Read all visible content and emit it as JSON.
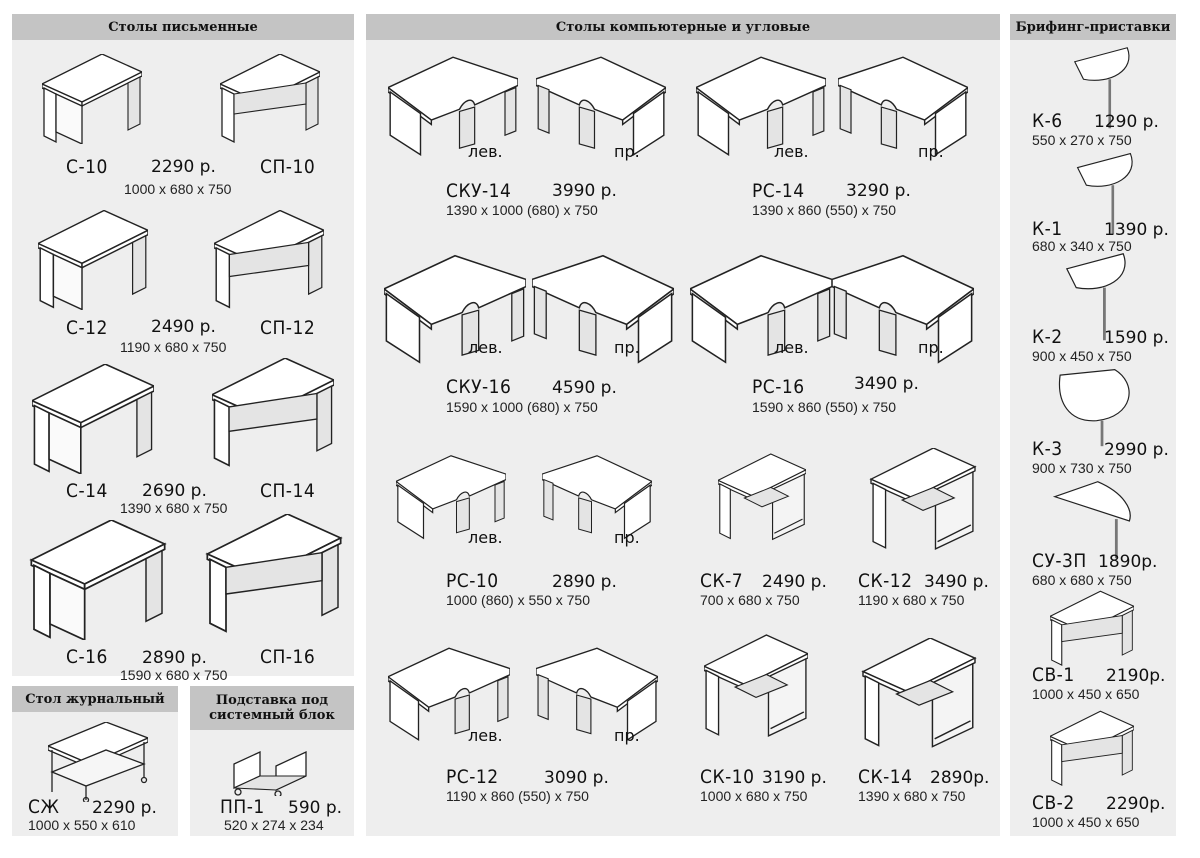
{
  "sections": {
    "writing": "Столы письменные",
    "computer": "Столы компьютерные и угловые",
    "briefing": "Брифинг-приставки",
    "coffee": "Стол журнальный",
    "stand": "Подставка под системный блок"
  },
  "writing": [
    {
      "code": "С-10",
      "price": "2290 р.",
      "dims": "1000 x 680 x 750",
      "code2": "СП-10"
    },
    {
      "code": "С-12",
      "price": "2490 р.",
      "dims": "1190 x 680 x 750",
      "code2": "СП-12"
    },
    {
      "code": "С-14",
      "price": "2690 р.",
      "dims": "1390 x 680 x 750",
      "code2": "СП-14"
    },
    {
      "code": "С-16",
      "price": "2890 р.",
      "dims": "1590 x 680 x 750",
      "code2": "СП-16"
    }
  ],
  "computer": [
    {
      "code": "СКУ-14",
      "price": "3990 р.",
      "dims": "1390 x 1000 (680) x 750"
    },
    {
      "code": "РС-14",
      "price": "3290 р.",
      "dims": "1390 x 860 (550) x 750"
    },
    {
      "code": "СКУ-16",
      "price": "4590 р.",
      "dims": "1590 x 1000 (680) x 750"
    },
    {
      "code": "РС-16",
      "price": "3490 р.",
      "dims": "1590 x 860 (550) x 750"
    },
    {
      "code": "РС-10",
      "price": "2890 р.",
      "dims": "1000 (860) x 550 x 750"
    },
    {
      "code": "СК-7",
      "price": "2490 р.",
      "dims": "700 x 680 x 750"
    },
    {
      "code": "СК-12",
      "price": "3490 р.",
      "dims": "1190 x 680 x 750"
    },
    {
      "code": "РС-12",
      "price": "3090 р.",
      "dims": "1190 x 860 (550) x 750"
    },
    {
      "code": "СК-10",
      "price": "3190 р.",
      "dims": "1000 x 680 x 750"
    },
    {
      "code": "СК-14",
      "price": "2890р.",
      "dims": "1390 x 680 x 750"
    }
  ],
  "labels": {
    "left": "лев.",
    "right": "пр."
  },
  "briefing": [
    {
      "code": "К-6",
      "price": "1290 р.",
      "dims": "550 x 270 x 750"
    },
    {
      "code": "К-1",
      "price": "1390 р.",
      "dims": "680 x 340 x 750"
    },
    {
      "code": "К-2",
      "price": "1590 р.",
      "dims": "900 x 450 x 750"
    },
    {
      "code": "К-3",
      "price": "2990 р.",
      "dims": "900 x 730 x 750"
    },
    {
      "code": "СУ-3П",
      "price": "1890р.",
      "dims": "680 x 680 x 750"
    },
    {
      "code": "СВ-1",
      "price": "2190р.",
      "dims": "1000 x 450 x 650"
    },
    {
      "code": "СВ-2",
      "price": "2290р.",
      "dims": "1000 x 450 x 650"
    }
  ],
  "coffee": {
    "code": "СЖ",
    "price": "2290 р.",
    "dims": "1000 x 550 x 610"
  },
  "stand": {
    "code": "ПП-1",
    "price": "590 р.",
    "dims": "520 x 274 x 234"
  }
}
